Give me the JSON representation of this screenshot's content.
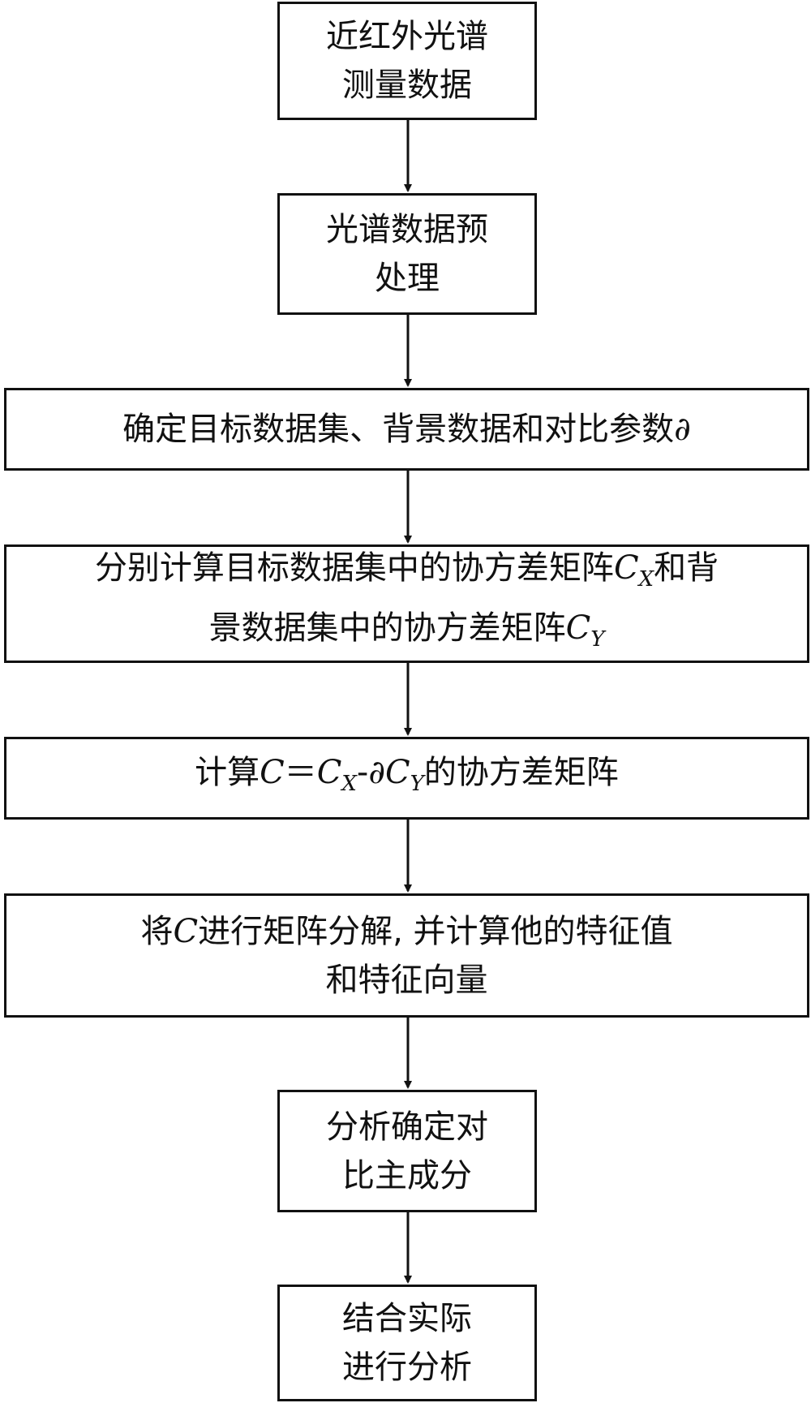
{
  "flowchart": {
    "step1": {
      "line1": "近红外光谱",
      "line2": "测量数据"
    },
    "step2": {
      "line1": "光谱数据预",
      "line2": "处理"
    },
    "step3": {
      "text": "确定目标数据集、背景数据和对比参数",
      "sym": "∂"
    },
    "step4": {
      "l1a": "分别计算目标数据集中的协方差矩阵",
      "l1c": "C",
      "l1s": "X",
      "l1b": "和背",
      "l2a": "景数据集中的协方差矩阵",
      "l2c": "C",
      "l2s": "Y"
    },
    "step5": {
      "pre": "计算",
      "c": "C",
      "eq": "＝",
      "cx": "C",
      "xs": "X",
      "minus": "-",
      "sym": "∂",
      "cy": "C",
      "ys": "Y",
      "post": "的协方差矩阵"
    },
    "step6": {
      "pre": "将",
      "c": "C",
      "post": "进行矩阵分解, 并计算他的特征值",
      "line2": "和特征向量"
    },
    "step7": {
      "line1": "分析确定对",
      "line2": "比主成分"
    },
    "step8": {
      "line1": "结合实际",
      "line2": "进行分析"
    }
  }
}
